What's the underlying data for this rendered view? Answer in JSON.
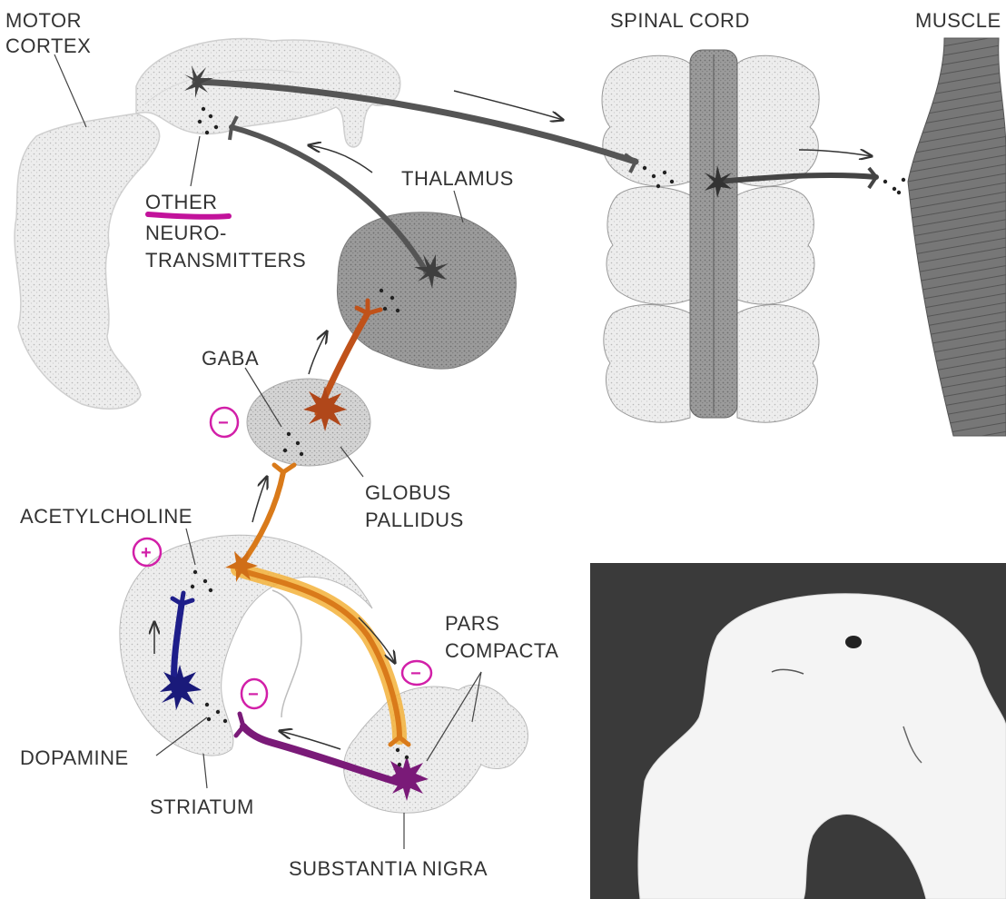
{
  "labels": {
    "motor_cortex_1": "MOTOR",
    "motor_cortex_2": "CORTEX",
    "spinal_cord": "SPINAL CORD",
    "muscle": "MUSCLE",
    "thalamus": "THALAMUS",
    "other_nt_1": "OTHER",
    "other_nt_2": "NEURO-",
    "other_nt_3": "TRANSMITTERS",
    "gaba": "GABA",
    "globus_1": "GLOBUS",
    "globus_2": "PALLIDUS",
    "acetylcholine": "ACETYLCHOLINE",
    "pars_1": "PARS",
    "pars_2": "COMPACTA",
    "dopamine": "DOPAMINE",
    "striatum": "STRIATUM",
    "substantia_nigra": "SUBSTANTIA NIGRA"
  },
  "signs": {
    "globus_sign": "−",
    "ach_sign": "+",
    "dopamine_sign": "−",
    "compacta_sign": "−"
  },
  "colors": {
    "cortex_neuron": "#555555",
    "gaba_neuron": "#c0521a",
    "striatal_neuron": "#d97a1a",
    "highlight": "#f3b13a",
    "cholinergic_neuron": "#1e1e8a",
    "dopamine_neuron": "#7a1a78",
    "annotation": "#d21fa8"
  }
}
